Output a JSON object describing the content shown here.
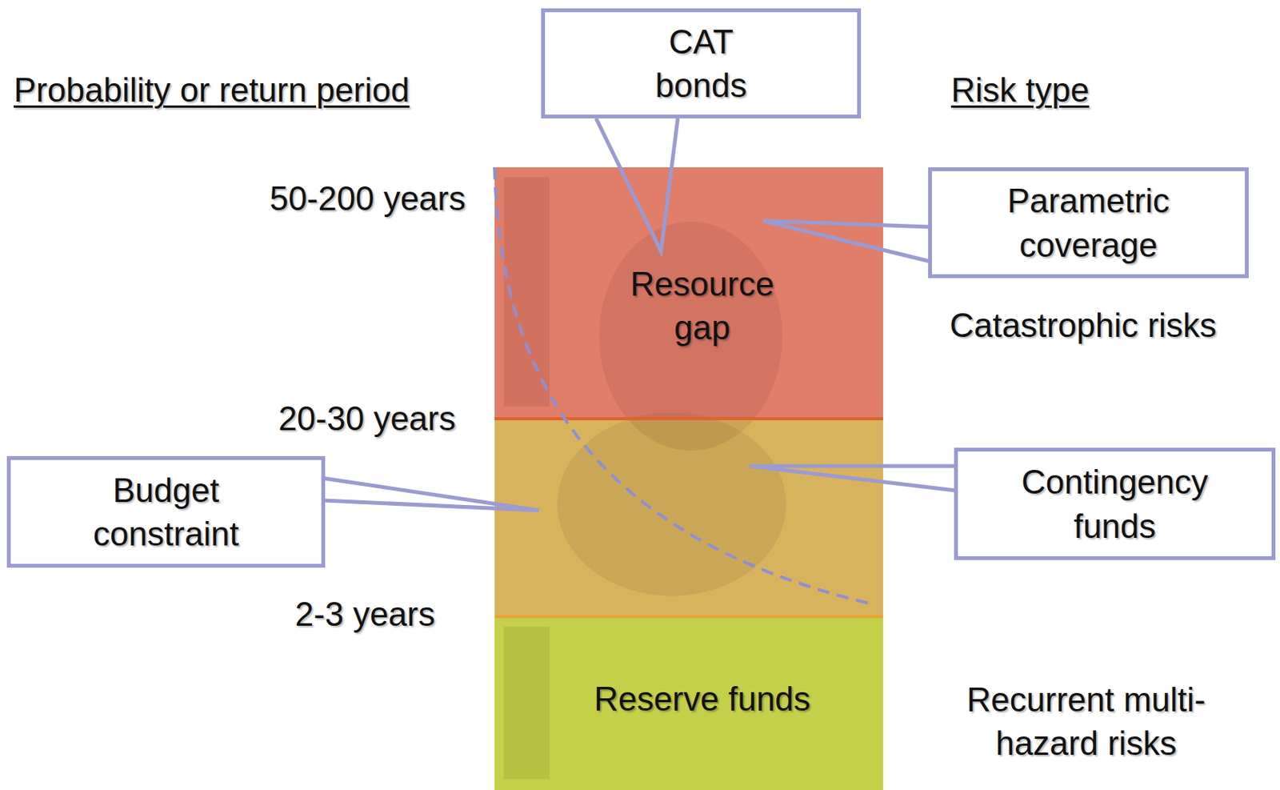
{
  "diagram": {
    "nodes": [
      {
        "text": [
          "CAT bonds"
        ]
      },
      {
        "text": [
          "Resource gap"
        ]
      },
      {
        "text": [
          "Parametric coverage"
        ]
      },
      {
        "text": [
          "Budget constraint"
        ]
      },
      {
        "text": [
          "Contingency funds"
        ]
      },
      {
        "text": [
          "Reserve funds"
        ]
      }
    ],
    "labels": [
      "Probability or return period",
      "Risk type",
      "50-200 years",
      "20-30 years",
      "2-3 years",
      "Catastrophic risks",
      "Recurrent multi-hazard risks"
    ]
  }
}
